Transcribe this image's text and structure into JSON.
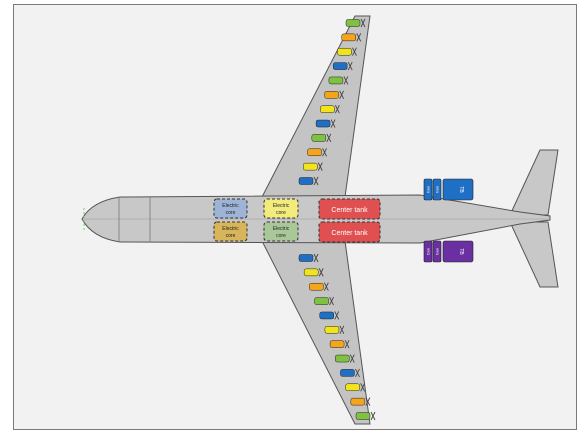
{
  "labels": {
    "core_blue": [
      "Electric",
      "core"
    ],
    "core_yellow": [
      "Electric",
      "core"
    ],
    "core_orange": [
      "Electric",
      "core"
    ],
    "core_green": [
      "Electric",
      "core"
    ],
    "center_tank_top": "Center tank",
    "center_tank_bottom": "Center tank",
    "tail_top_gen1": "Gen",
    "tail_top_gen2": "Gen",
    "tail_top_tb": "TB",
    "tail_bottom_gen1": "Gen",
    "tail_bottom_gen2": "Gen",
    "tail_bottom_tb": "TB"
  },
  "colors": {
    "frame_bg": "#f2f2f2",
    "fuselage": "#c8c8c8",
    "wing": "#c4c4c4",
    "outline": "#555555",
    "blue": "#1f6fc5",
    "green": "#7fc241",
    "yellow": "#f2e41c",
    "orange": "#f4a51b",
    "purple": "#6a2fa0",
    "red": "#e05050",
    "core_blue": "#9db4d6",
    "core_yellow": "#f1ec7c",
    "core_orange": "#d8b45a",
    "core_green": "#aac79a"
  },
  "upper_wing_modules": [
    "green",
    "orange",
    "yellow",
    "blue",
    "green",
    "orange",
    "yellow",
    "blue",
    "green",
    "orange",
    "yellow",
    "blue"
  ],
  "lower_wing_modules": [
    "blue",
    "yellow",
    "orange",
    "green",
    "blue",
    "yellow",
    "orange",
    "green",
    "blue",
    "yellow",
    "orange",
    "green"
  ]
}
